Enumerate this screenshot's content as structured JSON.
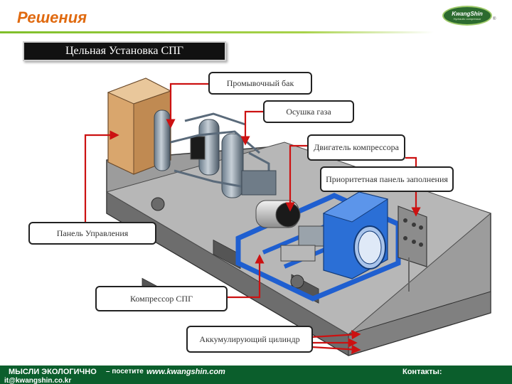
{
  "header": {
    "title": "Решения",
    "logo_name": "KwangShin",
    "logo_subtitle": "Hydraulic compressor",
    "logo_mark": "®"
  },
  "section_title": "Цельная Установка СПГ",
  "callouts": {
    "wash_tank": "Промывочный бак",
    "gas_dryer": "Осушка газа",
    "compressor_motor": "Двигатель компрессора",
    "priority_panel": "Приоритетная панель заполнения",
    "control_panel": "Панель Управления",
    "lng_compressor": "Компрессор СПГ",
    "accumulator": "Аккумулирующий цилиндр"
  },
  "colors": {
    "title": "#e06a10",
    "rule": "#8cc63f",
    "arrow": "#cc1111",
    "footer": "#0b5e2c",
    "skid_frame": "#4a4a4a",
    "blue_frame": "#1f5fd0",
    "cabinet": "#e0b07c"
  },
  "footer": {
    "motto": "МЫСЛИ ЭКОЛОГИЧНО",
    "visit_prefix": "– посетите",
    "website": "www.kwangshin.com",
    "contacts_label": "Контакты:",
    "email": "it@kwangshin.co.kr"
  }
}
